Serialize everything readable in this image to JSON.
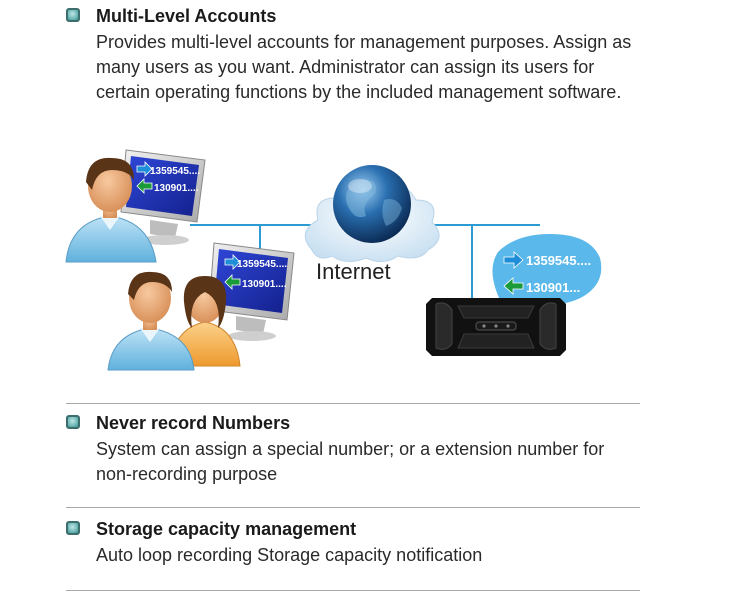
{
  "features": [
    {
      "title": "Multi-Level Accounts",
      "description": "Provides multi-level accounts for management purposes. Assign as many users as you want. Administrator can assign its users for certain operating functions by the included management software."
    },
    {
      "title": "Never record Numbers",
      "description": "System can assign a special number; or a extension number for non-recording purpose"
    },
    {
      "title": "Storage capacity management",
      "description": "Auto loop recording Storage capacity notification"
    }
  ],
  "diagram": {
    "cloud_label": "Internet",
    "monitor1": {
      "outgoing": "1359545....",
      "incoming": "130901...."
    },
    "monitor2": {
      "outgoing": "1359545....",
      "incoming": "130901...."
    },
    "bubble": {
      "outgoing": "1359545....",
      "incoming": "130901..."
    }
  },
  "colors": {
    "bullet_fill": "#6fb8b8",
    "monitor_screen": "#1c2fb5",
    "network_line": "#2b9bd2",
    "bubble": "#5ab8ea",
    "arrow_out": "#1e8ed8",
    "arrow_in": "#1b9a3a",
    "globe": "#1f5f9a"
  }
}
